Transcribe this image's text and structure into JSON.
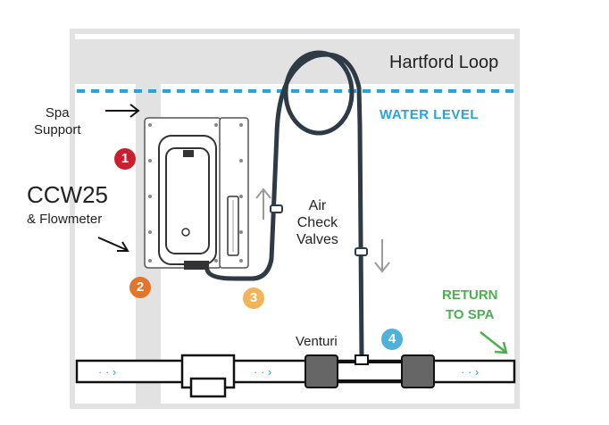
{
  "colors": {
    "water_line": "#29A3D9",
    "building": "#E2E2E2",
    "pipe_stroke": "#111111",
    "hose": "#2E3A45",
    "badge_1": "#C8202F",
    "badge_2": "#E0752B",
    "badge_3": "#F2B45B",
    "badge_4": "#4FB0DA",
    "return_text": "#4CAF50"
  },
  "labels": {
    "hartford_loop": "Hartford Loop",
    "water_level": "WATER LEVEL",
    "spa_support_line1": "Spa",
    "spa_support_line2": "Support",
    "ccw25": "CCW25",
    "flowmeter": "& Flowmeter",
    "air_check_line1": "Air",
    "air_check_line2": "Check",
    "air_check_line3": "Valves",
    "venturi": "Venturi",
    "return_line1": "RETURN",
    "return_line2": "TO SPA"
  },
  "badges": [
    "1",
    "2",
    "3",
    "4"
  ],
  "icons": [
    "right-arrow-icon",
    "flow-arrow-icon",
    "up-arrow-icon",
    "down-arrow-icon",
    "return-arrow-icon"
  ]
}
